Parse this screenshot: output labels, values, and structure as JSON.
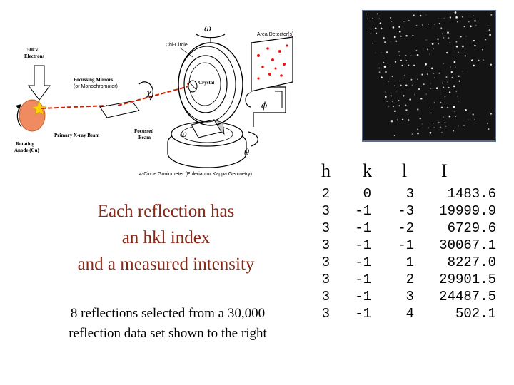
{
  "diagram": {
    "labels": {
      "electrons": [
        "50kV",
        "Electrons"
      ],
      "chi_circle": "Chi-Circle",
      "area_detector": "Area Detector(s)",
      "focussing_mirrors": [
        "Focussing Mirrors",
        "(or Monochromator)"
      ],
      "crystal": "Crystal",
      "primary_beam": "Primary X-ray Beam",
      "focussed_beam": [
        "Focussed",
        "Beam"
      ],
      "rotating_anode": [
        "Rotating",
        "Anode (Cu)"
      ],
      "goniometer": "4-Circle Goniometer (Eulerian or Kappa Geometry)"
    },
    "greek": {
      "omega_top": "ω",
      "chi": "χ",
      "phi": "ϕ",
      "omega_bottom": "ω",
      "theta": "θ"
    }
  },
  "captions": {
    "main": [
      "Each reflection has",
      "an hkl index",
      "and a measured intensity"
    ],
    "sub": [
      "8 reflections selected from a 30,000",
      "reflection data set shown to the right"
    ]
  },
  "table": {
    "headers": [
      "h",
      "k",
      "l",
      "I"
    ],
    "rows": [
      [
        "2",
        "0",
        "3",
        "1483.6"
      ],
      [
        "3",
        "-1",
        "-3",
        "19999.9"
      ],
      [
        "3",
        "-1",
        "-2",
        "6729.6"
      ],
      [
        "3",
        "-1",
        "-1",
        "30067.1"
      ],
      [
        "3",
        "-1",
        "1",
        "8227.0"
      ],
      [
        "3",
        "-1",
        "2",
        "29901.5"
      ],
      [
        "3",
        "-1",
        "3",
        "24487.5"
      ],
      [
        "3",
        "-1",
        "4",
        "502.1"
      ]
    ]
  },
  "colors": {
    "caption": "#8a2818",
    "detector_border": "#5a6e8c",
    "detector_bg": "#0c0c0c",
    "beam": "#cc2200",
    "anode": "#f08a60",
    "spot": "#ffd400",
    "detector_spots": "#ee1111"
  }
}
